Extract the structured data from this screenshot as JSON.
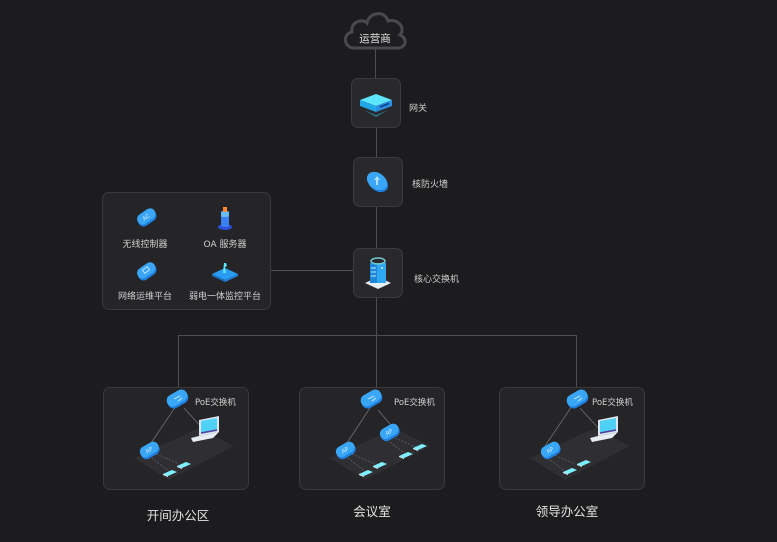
{
  "diagram": {
    "carrier": {
      "label": "运营商",
      "icon": "cloud-icon"
    },
    "gateway": {
      "label": "网关",
      "icon": "gateway-router-icon"
    },
    "firewall": {
      "label": "核防火墙",
      "icon": "firewall-icon"
    },
    "core_switch": {
      "label": "核心交换机",
      "icon": "core-switch-icon"
    },
    "services_panel": {
      "items": [
        {
          "label": "无线控制器",
          "icon": "ac-controller-icon",
          "badge": "AC"
        },
        {
          "label": "OA 服务器",
          "icon": "oa-server-icon"
        },
        {
          "label": "网络运维平台",
          "icon": "network-ops-icon"
        },
        {
          "label": "弱电一体监控平台",
          "icon": "monitoring-platform-icon"
        }
      ]
    },
    "rooms": [
      {
        "title": "开间办公区",
        "switch_label": "PoE交换机",
        "ap_badge": "AP",
        "devices": [
          "laptop",
          "ap",
          "phone",
          "phone"
        ]
      },
      {
        "title": "会议室",
        "switch_label": "PoE交换机",
        "ap_badge": "AP",
        "devices": [
          "ap",
          "ap",
          "phone",
          "phone",
          "phone",
          "phone"
        ]
      },
      {
        "title": "领导办公室",
        "switch_label": "PoE交换机",
        "ap_badge": "AP",
        "devices": [
          "laptop",
          "ap",
          "phone",
          "phone"
        ]
      }
    ],
    "colors": {
      "background": "#1c1c1e",
      "node_fill": "#29292c",
      "connector": "#4d4d52",
      "accent_blue": "#2f9bf0",
      "accent_cyan": "#3fd2f7"
    }
  }
}
